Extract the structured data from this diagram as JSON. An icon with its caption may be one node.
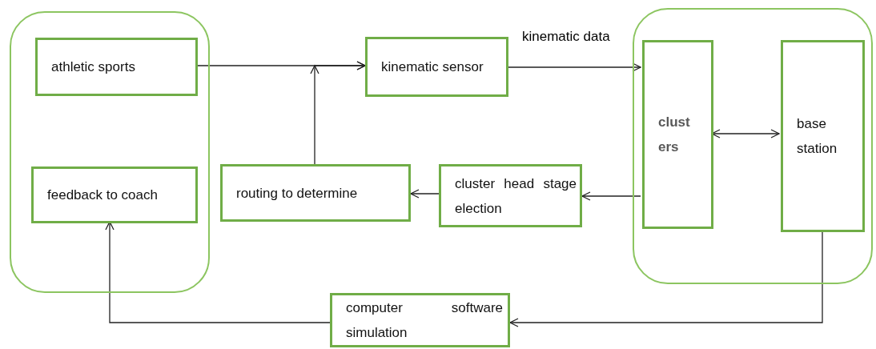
{
  "diagram": {
    "nodes": [
      {
        "text": [],
        "shape": "box"
      },
      {
        "text": [
          "athletic sports"
        ],
        "in": 0
      },
      {
        "text": [
          "feedback to coach"
        ],
        "in": 0
      },
      {
        "text": [
          "kinematic sensor"
        ]
      },
      {
        "text": [
          "routing to determine"
        ]
      },
      {
        "text": [
          "cluster head stage election"
        ]
      },
      {
        "text": [],
        "shape": "box"
      },
      {
        "text": [
          "clust ers"
        ],
        "in": 6
      },
      {
        "text": [
          "base station"
        ],
        "in": 6
      },
      {
        "text": [
          "computer software simulation"
        ]
      }
    ],
    "edges": [
      {
        "from": 1,
        "to": 3,
        "arrow": "to"
      },
      {
        "from": 4,
        "to": 3,
        "arrow": "to"
      },
      {
        "from": 3,
        "to": 7,
        "arrow": "to",
        "label": "kinematic data"
      },
      {
        "from": 7,
        "to": 8,
        "arrow": "both"
      },
      {
        "from": 7,
        "to": 5,
        "arrow": "to"
      },
      {
        "from": 5,
        "to": 4,
        "arrow": "to"
      },
      {
        "from": 8,
        "to": 9,
        "arrow": "to"
      },
      {
        "from": 9,
        "to": 2,
        "arrow": "to"
      }
    ]
  }
}
